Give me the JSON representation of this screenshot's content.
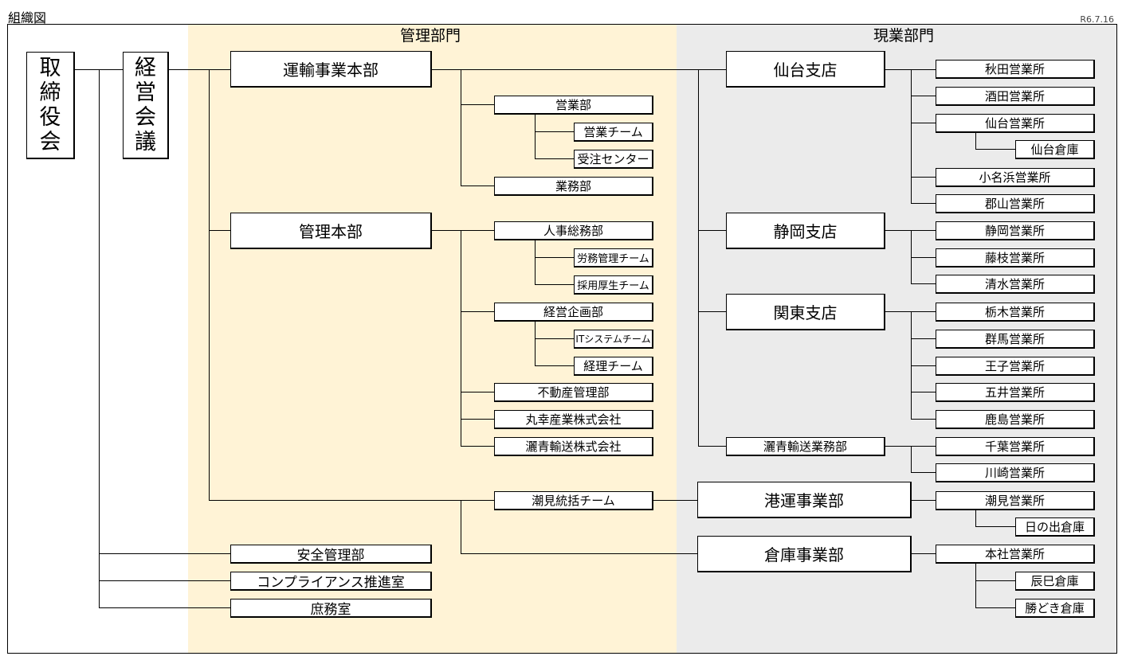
{
  "title": "組織図",
  "date": "R6.7.16",
  "regions": {
    "management": "管理部門",
    "field": "現業部門"
  },
  "board": [
    "取",
    "締",
    "役",
    "会"
  ],
  "exec_meeting": [
    "経",
    "営",
    "会",
    "議"
  ],
  "units": {
    "transport_hq": "運輸事業本部",
    "sales_dept": "営業部",
    "sales_team": "営業チーム",
    "order_center": "受注センター",
    "business_dept": "業務部",
    "admin_hq": "管理本部",
    "hr_general": "人事総務部",
    "labor_team": "労務管理チーム",
    "recruit_team": "採用厚生チーム",
    "planning_dept": "経営企画部",
    "it_team": "ITシステムチーム",
    "accounting_team": "経理チーム",
    "real_estate": "不動産管理部",
    "marukou": "丸幸産業株式会社",
    "setsusei_co": "灑青輸送株式会社",
    "shiomi_team": "潮見統括チーム",
    "safety": "安全管理部",
    "compliance": "コンプライアンス推進室",
    "general_affairs": "庶務室",
    "sendai_branch": "仙台支店",
    "shizuoka_branch": "静岡支店",
    "kanto_branch": "関東支店",
    "setsusei_ops": "灑青輸送業務部",
    "port_div": "港運事業部",
    "warehouse_div": "倉庫事業部",
    "akita": "秋田営業所",
    "sakata": "酒田営業所",
    "sendai_office": "仙台営業所",
    "sendai_wh": "仙台倉庫",
    "onahama": "小名浜営業所",
    "koriyama": "郡山営業所",
    "shizuoka_office": "静岡営業所",
    "fujieda": "藤枝営業所",
    "shimizu": "清水営業所",
    "tochigi": "栃木営業所",
    "gunma": "群馬営業所",
    "oji": "王子営業所",
    "goi": "五井営業所",
    "kashima": "鹿島営業所",
    "chiba": "千葉営業所",
    "kawasaki": "川崎営業所",
    "shiomi_office": "潮見営業所",
    "hinode_wh": "日の出倉庫",
    "head_office": "本社営業所",
    "tatsumi_wh": "辰巳倉庫",
    "kachidoki_wh": "勝どき倉庫"
  }
}
